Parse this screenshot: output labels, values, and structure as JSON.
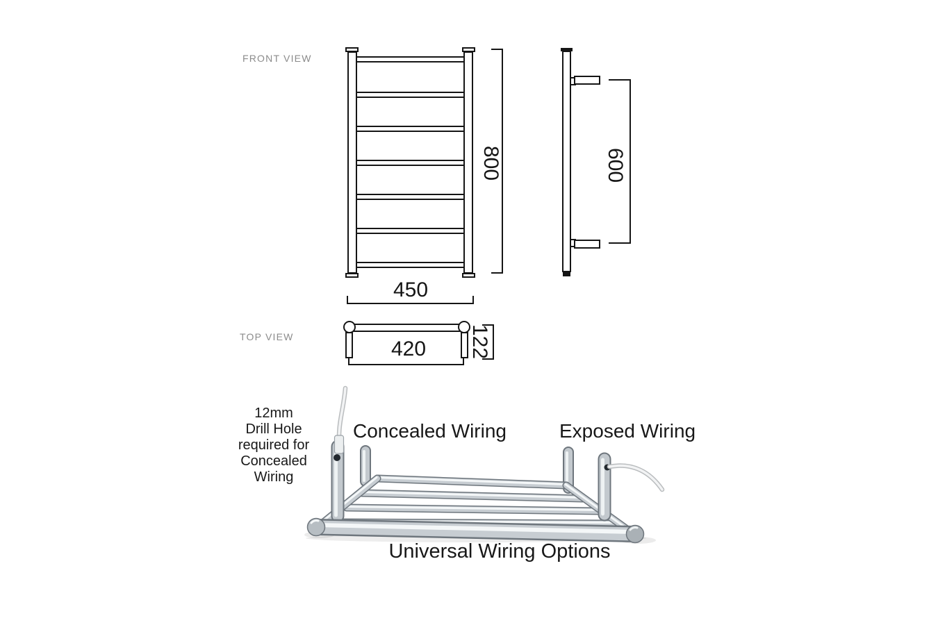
{
  "front_view": {
    "label": "FRONT VIEW",
    "height_dim": "800",
    "width_dim": "450",
    "rung_count": 7
  },
  "side_view": {
    "bracket_span_dim": "600"
  },
  "top_view": {
    "label": "TOP VIEW",
    "width_dim": "420",
    "depth_dim": "122"
  },
  "wiring_photo": {
    "drill_note_lines": [
      "12mm",
      "Drill Hole",
      "required for",
      "Concealed",
      "Wiring"
    ],
    "concealed_label": "Concealed Wiring",
    "exposed_label": "Exposed Wiring",
    "caption": "Universal Wiring Options"
  },
  "colors": {
    "line": "#151515",
    "label_gray": "#8b8b8b",
    "text": "#181818",
    "chrome_outline": "#6e767d",
    "chrome_mid": "#c7cdd2",
    "chrome_highlight": "#f4f7f8"
  }
}
